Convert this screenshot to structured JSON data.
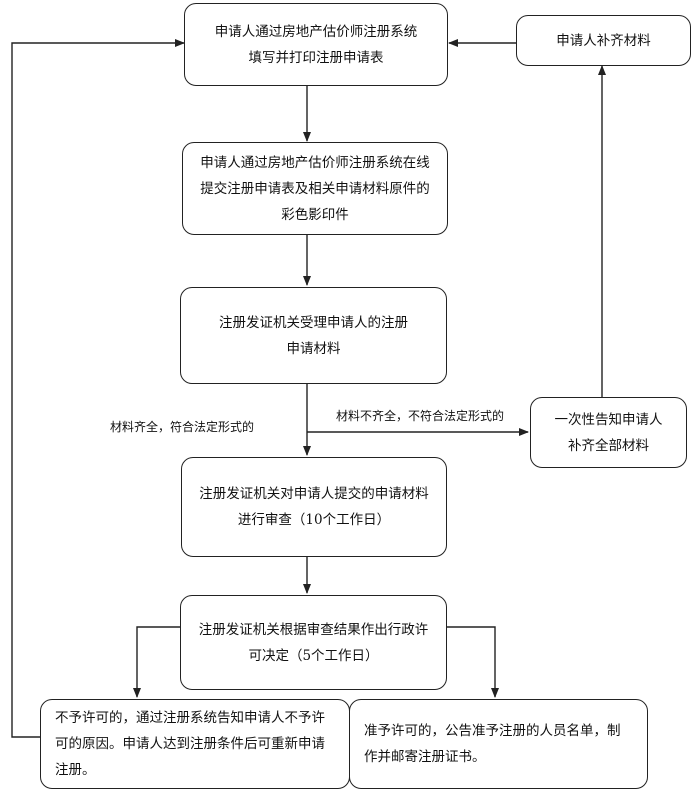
{
  "nodes": {
    "fill_form": "申请人通过房地产估价师注册系统填写并打印注册申请表",
    "submit_online": "申请人通过房地产估价师注册系统在线提交注册申请表及相关申请材料原件的彩色影印件",
    "accept": "注册发证机关受理申请人的注册申请材料",
    "review": "注册发证机关对申请人提交的申请材料进行审查（10个工作日）",
    "decision": "注册发证机关根据审查结果作出行政许可决定（5个工作日）",
    "reject": "不予许可的，通过注册系统告知申请人不予许可的原因。申请人达到注册条件后可重新申请注册。",
    "approve": "准予许可的，公告准予注册的人员名单，制作并邮寄注册证书。",
    "notify_supplement": "一次性告知申请人补齐全部材料",
    "supplement": "申请人补齐材料"
  },
  "edge_labels": {
    "complete": "材料齐全，符合法定形式的",
    "incomplete": "材料不齐全，不符合法定形式的"
  },
  "colors": {
    "line": "#222222",
    "background": "#ffffff"
  }
}
